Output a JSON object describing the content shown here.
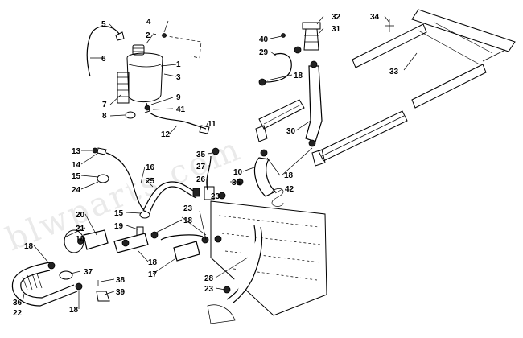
{
  "watermark": "blwparts.com",
  "labels": [
    "1",
    "2",
    "3",
    "4",
    "5",
    "6",
    "7",
    "8",
    "9",
    "41",
    "11",
    "12",
    "13",
    "14",
    "15",
    "24",
    "16",
    "25",
    "15",
    "19",
    "20",
    "21",
    "18",
    "18",
    "18",
    "22",
    "36",
    "37",
    "38",
    "39",
    "17",
    "18",
    "23",
    "18",
    "18",
    "35",
    "27",
    "26",
    "35",
    "23",
    "10",
    "18",
    "42",
    "28",
    "23",
    "40",
    "29",
    "18",
    "32",
    "31",
    "30",
    "18",
    "34",
    "33"
  ]
}
